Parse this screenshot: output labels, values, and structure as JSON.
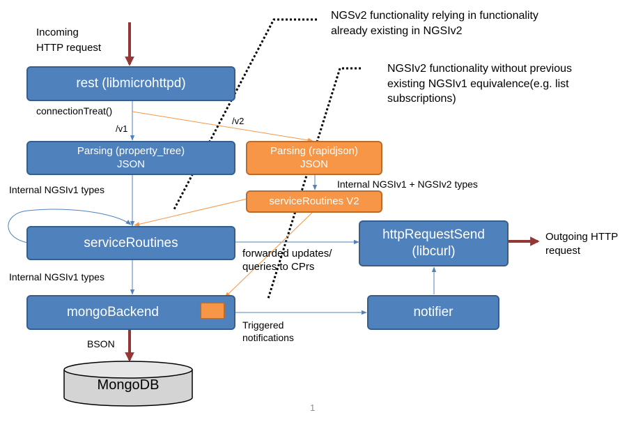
{
  "boxes": {
    "rest": "rest (libmicrohttpd)",
    "parsing_v1_line1": "Parsing (property_tree)",
    "parsing_v1_line2": "JSON",
    "parsing_v2_line1": "Parsing (rapidjson)",
    "parsing_v2_line2": "JSON",
    "service_routines_v2": "serviceRoutines V2",
    "service_routines": "serviceRoutines",
    "http_request_send_line1": "httpRequestSend",
    "http_request_send_line2": "(libcurl)",
    "mongo_backend": "mongoBackend",
    "notifier": "notifier",
    "mongodb": "MongoDB"
  },
  "labels": {
    "incoming_line1": "Incoming",
    "incoming_line2": "HTTP request",
    "connection_treat": "connectionTreat()",
    "v1": "/v1",
    "v2": "/v2",
    "internal_v1_types_top": "Internal NGSIv1 types",
    "internal_v1_v2_types": "Internal NGSIv1 + NGSIv2 types",
    "forwarded_line1": "forwarded updates/",
    "forwarded_line2": "queries to CPrs",
    "internal_v1_types_bottom": "Internal NGSIv1 types",
    "bson": "BSON",
    "triggered_line1": "Triggered",
    "triggered_line2": "notifications",
    "outgoing_line1": "Outgoing HTTP",
    "outgoing_line2": "request"
  },
  "notes": {
    "relying_line1": "NGSv2 functionality relying in functionality",
    "relying_line2": "already existing in NGSIv2",
    "without_line1": "NGSIv2 functionality without previous",
    "without_line2": "existing NGSIv1 equivalence(e.g.  list",
    "without_line3": "subscriptions)"
  },
  "slide_number": "1",
  "colors": {
    "box_blue": "#4f81bd",
    "box_blue_border": "#385d8a",
    "box_orange": "#f79646",
    "box_orange_border": "#b66d31",
    "io_arrow": "#953735",
    "flow_arrow": "#4f81bd",
    "v2_arrow": "#f79646"
  }
}
